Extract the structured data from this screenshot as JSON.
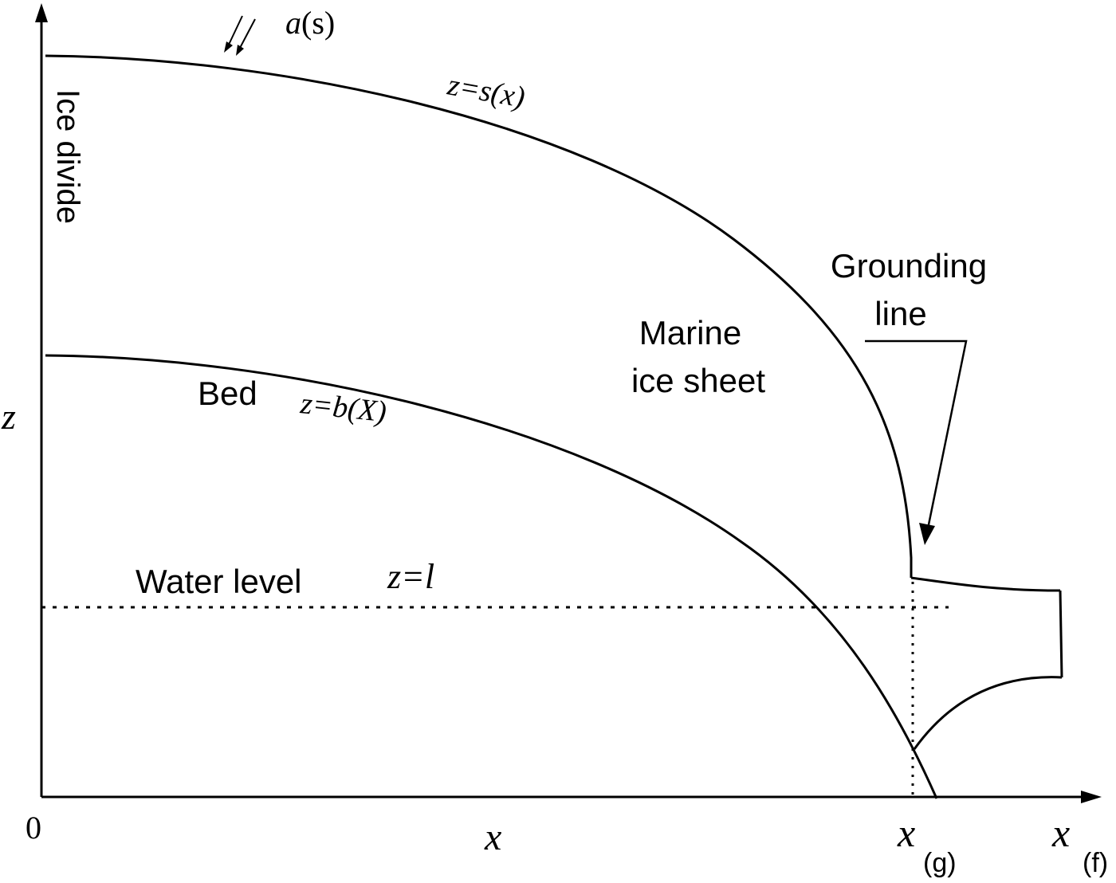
{
  "diagram": {
    "labels": {
      "accumulation_a": "a",
      "accumulation_s": "(s)",
      "surface_eq": "z=s(x)",
      "ice_divide": "Ice divide",
      "grounding_line_1": "Grounding",
      "grounding_line_2": "line",
      "marine_1": "Marine",
      "marine_2": "ice sheet",
      "bed": "Bed",
      "bed_eq": "z=b(X)",
      "z_axis": "z",
      "water_level": "Water level",
      "water_eq": "z=l",
      "origin": "0",
      "x_axis": "x",
      "xg_x": "x",
      "xg_sub": "(g)",
      "xf_x": "x",
      "xf_sub": "(f)"
    },
    "colors": {
      "ink": "#000000",
      "background": "#ffffff"
    }
  }
}
